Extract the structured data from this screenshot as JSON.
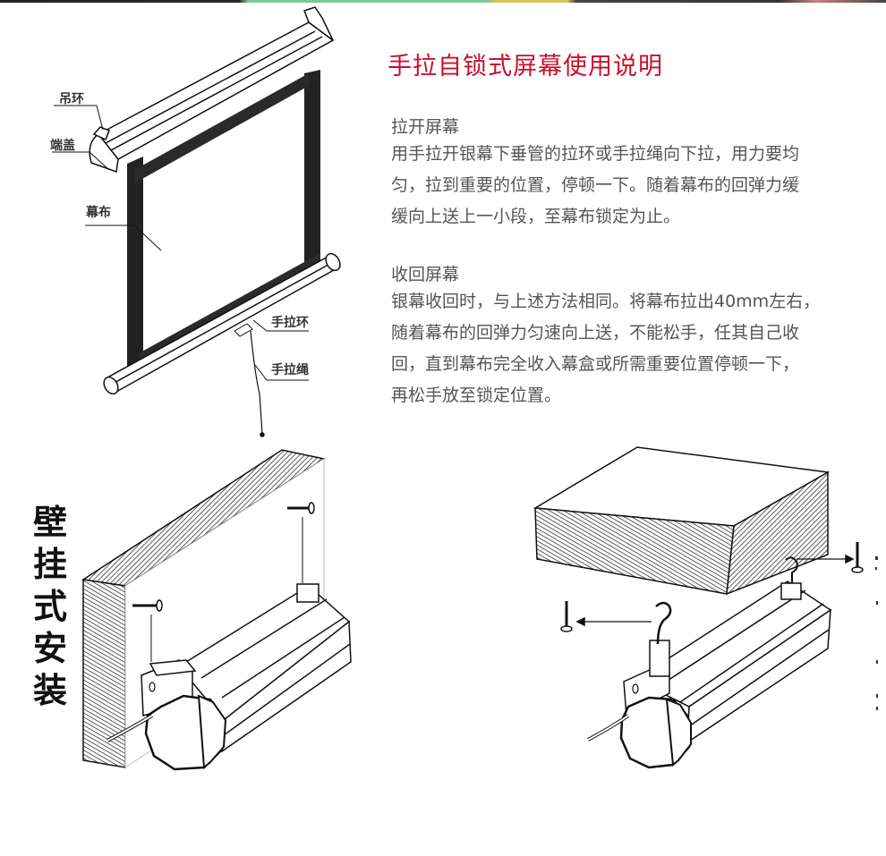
{
  "title": "手拉自锁式屏幕使用说明",
  "sections": [
    {
      "heading": "拉开屏幕",
      "lines": [
        "用手拉开银幕下垂管的拉环或手拉绳向下拉，用力要均",
        "匀，拉到重要的位置，停顿一下。随着幕布的回弹力缓",
        "缓向上送上一小段，至幕布锁定为止。"
      ]
    },
    {
      "heading": "收回屏幕",
      "lines": [
        "银幕收回时，与上述方法相同。将幕布拉出40mm左右，",
        "随着幕布的回弹力匀速向上送，不能松手，任其自己收",
        "回，直到幕布完全收入幕盒或所需重要位置停顿一下，",
        "再松手放至锁定位置。"
      ]
    }
  ],
  "diagram_labels": {
    "hanging_ring": "吊环",
    "end_cap": "端盖",
    "screen_fabric": "幕布",
    "pull_ring": "手拉环",
    "pull_cord": "手拉绳"
  },
  "wall_mount_label": [
    "壁",
    "挂",
    "式",
    "安",
    "装"
  ],
  "colors": {
    "title": "#c8102e",
    "body_text": "#555555",
    "line_art": "#111111"
  }
}
